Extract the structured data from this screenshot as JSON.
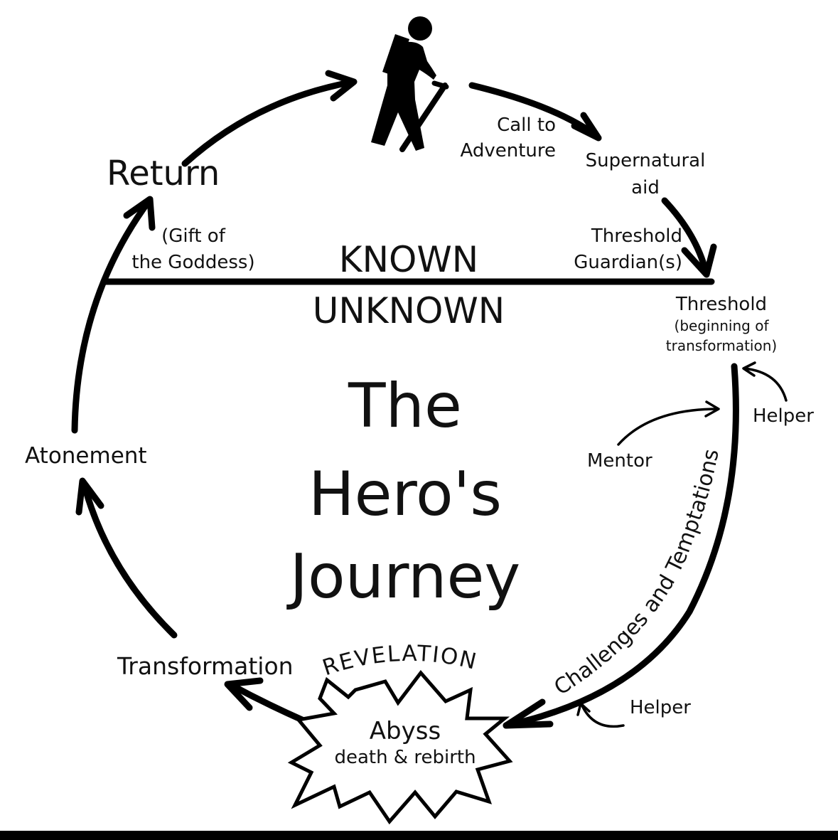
{
  "title": {
    "line1": "The",
    "line2": "Hero's",
    "line3": "Journey"
  },
  "divider": {
    "known": "KNOWN",
    "unknown": "UNKNOWN"
  },
  "stages": {
    "call": {
      "line1": "Call to",
      "line2": "Adventure"
    },
    "supernatural_aid": {
      "line1": "Supernatural",
      "line2": "aid"
    },
    "threshold_guardians": {
      "line1": "Threshold",
      "line2": "Guardian(s)"
    },
    "threshold": {
      "line1": "Threshold",
      "line2": "(beginning of",
      "line3": "transformation)"
    },
    "challenges": "Challenges and Temptations",
    "mentor": "Mentor",
    "helper_top": "Helper",
    "helper_bottom": "Helper",
    "revelation": "REVELATION",
    "abyss": {
      "line1": "Abyss",
      "line2": "death & rebirth"
    },
    "transformation": "Transformation",
    "atonement": "Atonement",
    "return": "Return",
    "gift": {
      "line1": "(Gift of",
      "line2": "the Goddess)"
    }
  },
  "icons": {
    "hero": "hiker-icon"
  }
}
